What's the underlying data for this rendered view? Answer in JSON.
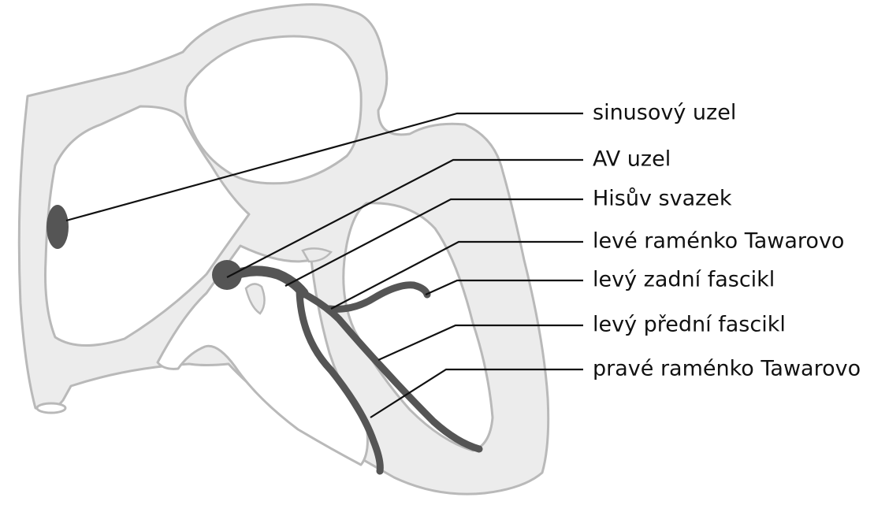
{
  "colors": {
    "heart_fill": "#ececec",
    "heart_stroke": "#b9b9b9",
    "conduction": "#555555",
    "leader": "#111111"
  },
  "labels": {
    "sa_node": "sinusový uzel",
    "av_node": "AV uzel",
    "his_bundle": "Hisův svazek",
    "left_bundle": "levé raménko Tawarovo",
    "left_posterior": "levý zadní fascikl",
    "left_anterior": "levý přední fascikl",
    "right_bundle": "pravé raménko Tawarovo"
  }
}
